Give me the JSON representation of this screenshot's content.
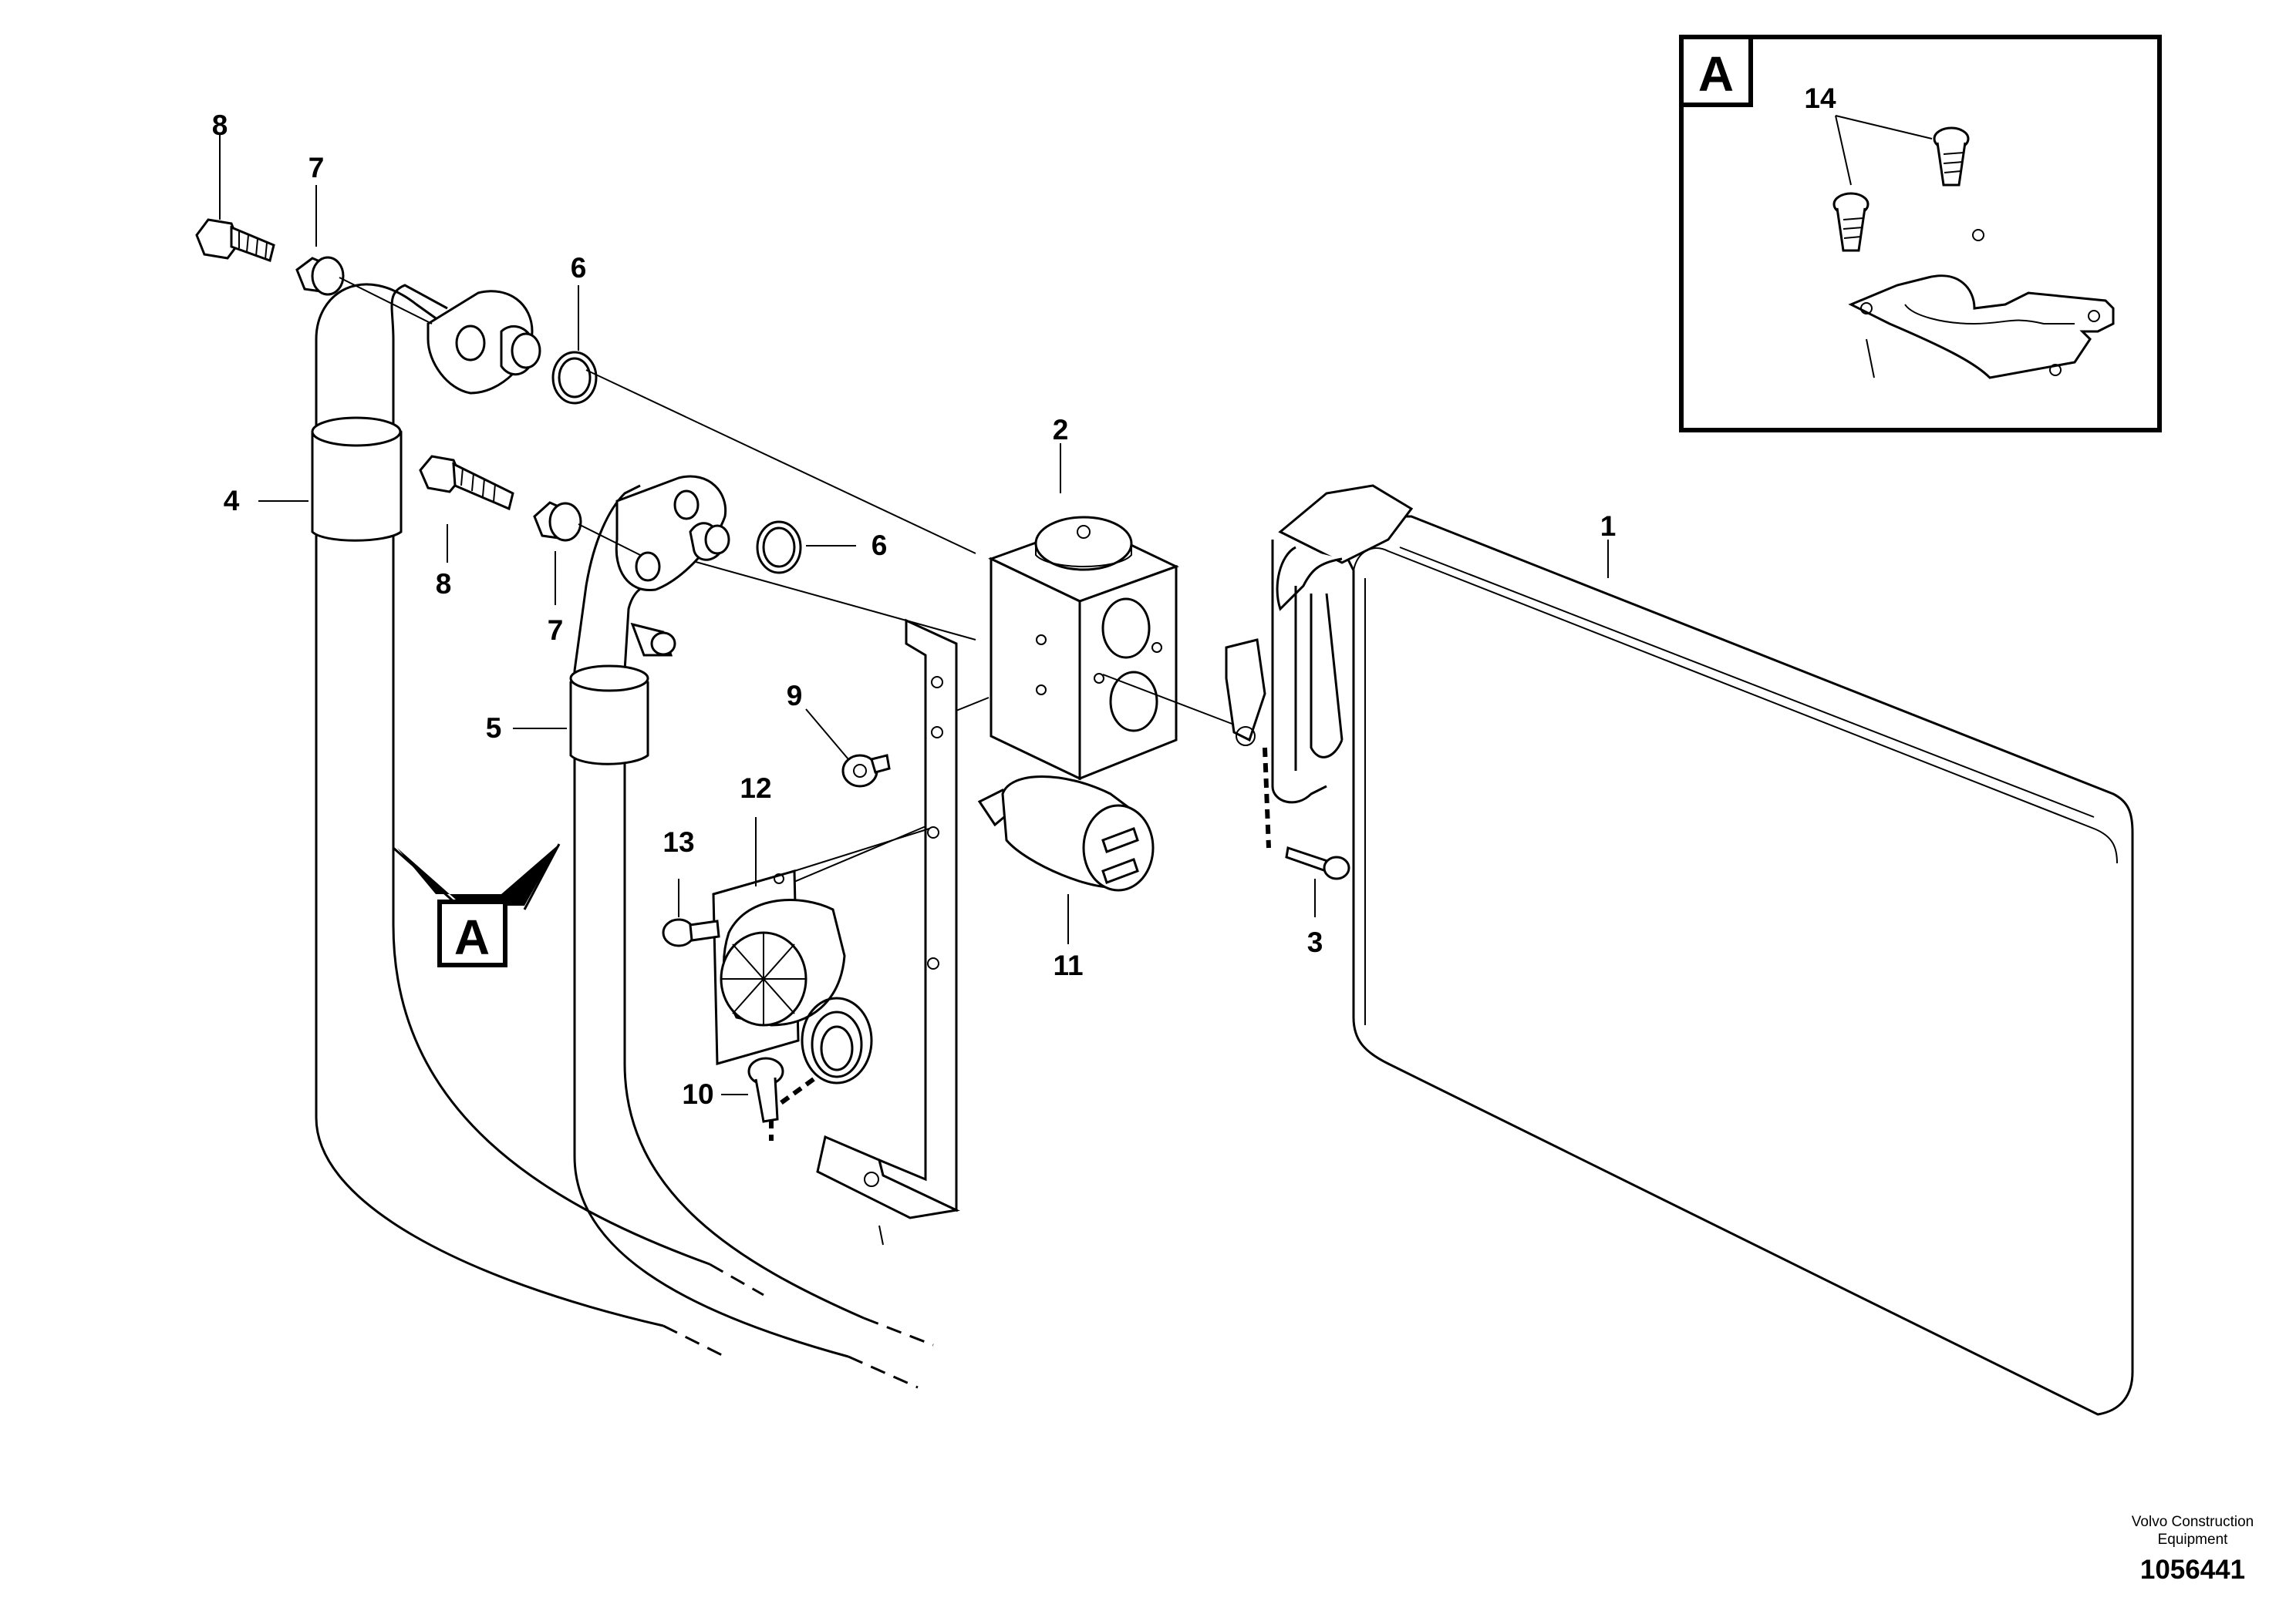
{
  "diagram": {
    "labels": {
      "p1": "1",
      "p2": "2",
      "p3": "3",
      "p4": "4",
      "p5": "5",
      "p6a": "6",
      "p6b": "6",
      "p7a": "7",
      "p7b": "7",
      "p8a": "8",
      "p8b": "8",
      "p9": "9",
      "p10": "10",
      "p11": "11",
      "p12": "12",
      "p13": "13",
      "p14": "14"
    },
    "view_marker": "A",
    "detail_letter": "A"
  },
  "footer": {
    "company_line1": "Volvo Construction",
    "company_line2": "Equipment",
    "drawing_number": "1056441"
  }
}
